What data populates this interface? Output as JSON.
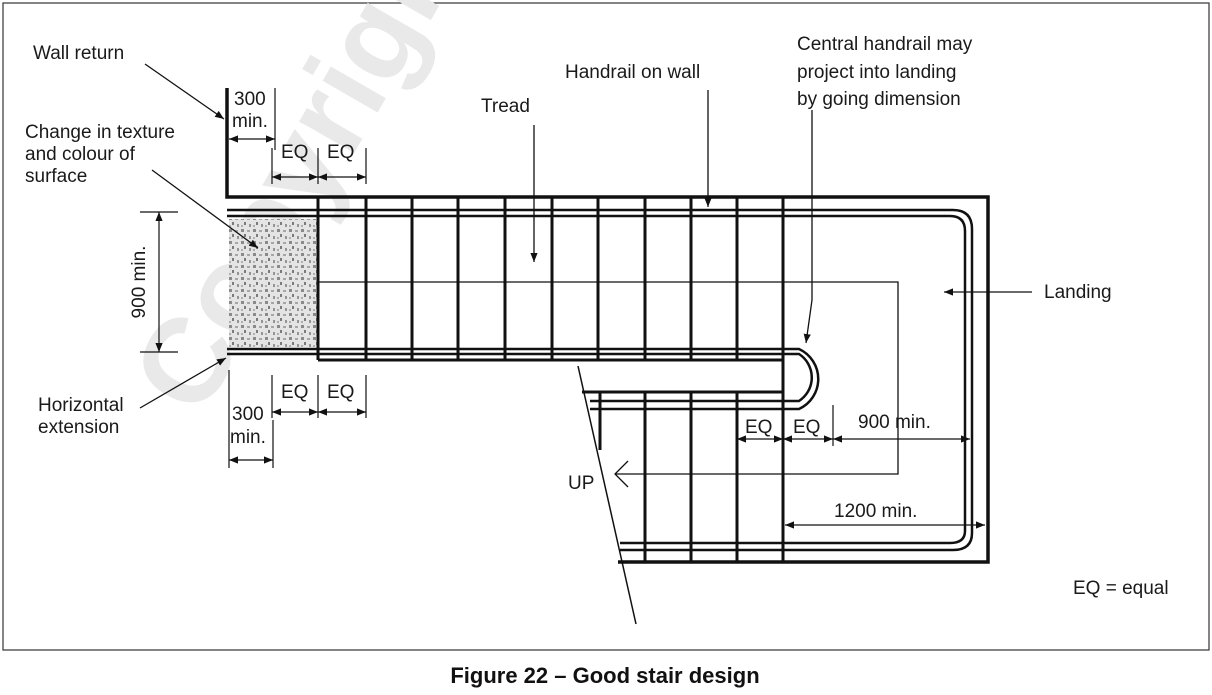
{
  "watermark": "Copyright",
  "labels": {
    "wall_return": "Wall return",
    "change_texture": [
      "Change in texture",
      "and colour of",
      "surface"
    ],
    "horizontal_extension": [
      "Horizontal",
      "extension"
    ],
    "tread": "Tread",
    "handrail_on_wall": "Handrail on wall",
    "central_handrail": [
      "Central handrail may",
      "project into landing",
      "by going dimension"
    ],
    "landing": "Landing",
    "up": "UP",
    "legend": "EQ = equal"
  },
  "dimensions": {
    "dim_300_top": [
      "300",
      "min."
    ],
    "dim_300_bottom": [
      "300",
      "min."
    ],
    "dim_900_vertical": "900  min.",
    "dim_900_landing": "900 min.",
    "dim_1200_landing": "1200 min.",
    "eq": "EQ"
  },
  "caption": "Figure 22 – Good stair design"
}
